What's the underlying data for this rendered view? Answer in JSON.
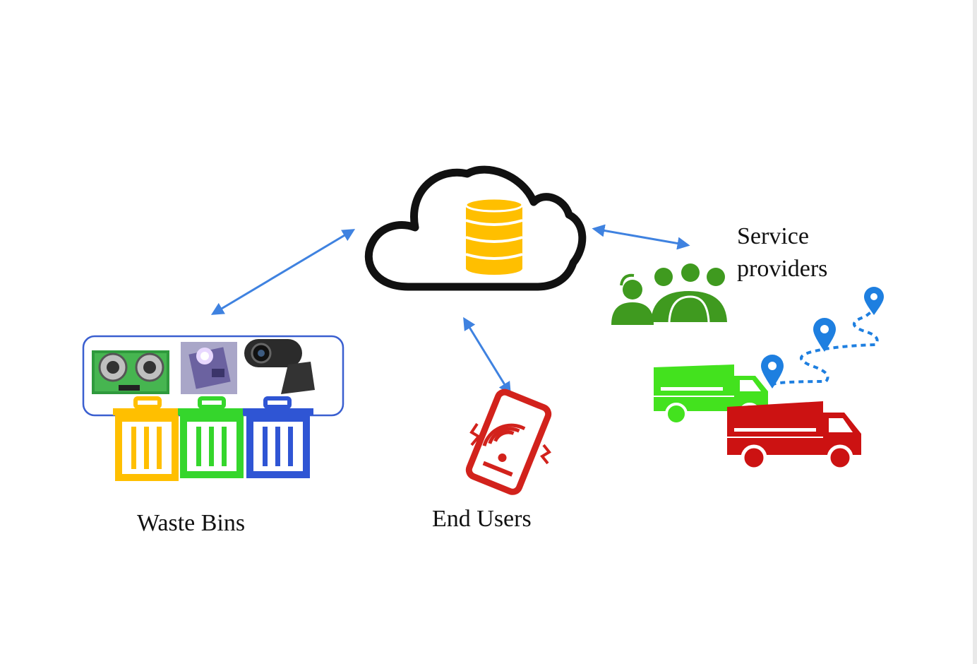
{
  "labels": {
    "waste_bins": "Waste Bins",
    "end_users": "End Users",
    "service_line1": "Service",
    "service_line2": "providers"
  },
  "icons": {
    "cloud": "cloud-database-icon",
    "bins": "trash-bin-icon",
    "sensors": [
      "ultrasonic-sensor-icon",
      "microcontroller-board-icon",
      "webcam-icon"
    ],
    "phone": "smartphone-signal-icon",
    "people": "people-group-icon",
    "trucks": "dump-truck-icon",
    "route": "map-pin-route-icon"
  },
  "colors": {
    "arrow": "#3f82e0",
    "bin_yellow": "#ffbf00",
    "bin_green": "#35d62c",
    "bin_blue": "#2f55d4",
    "database": "#ffbf00",
    "phone": "#d2221c",
    "people": "#3f9a1f",
    "truck_green": "#43e21e",
    "truck_red": "#cc1212",
    "route": "#1e7fe0"
  }
}
